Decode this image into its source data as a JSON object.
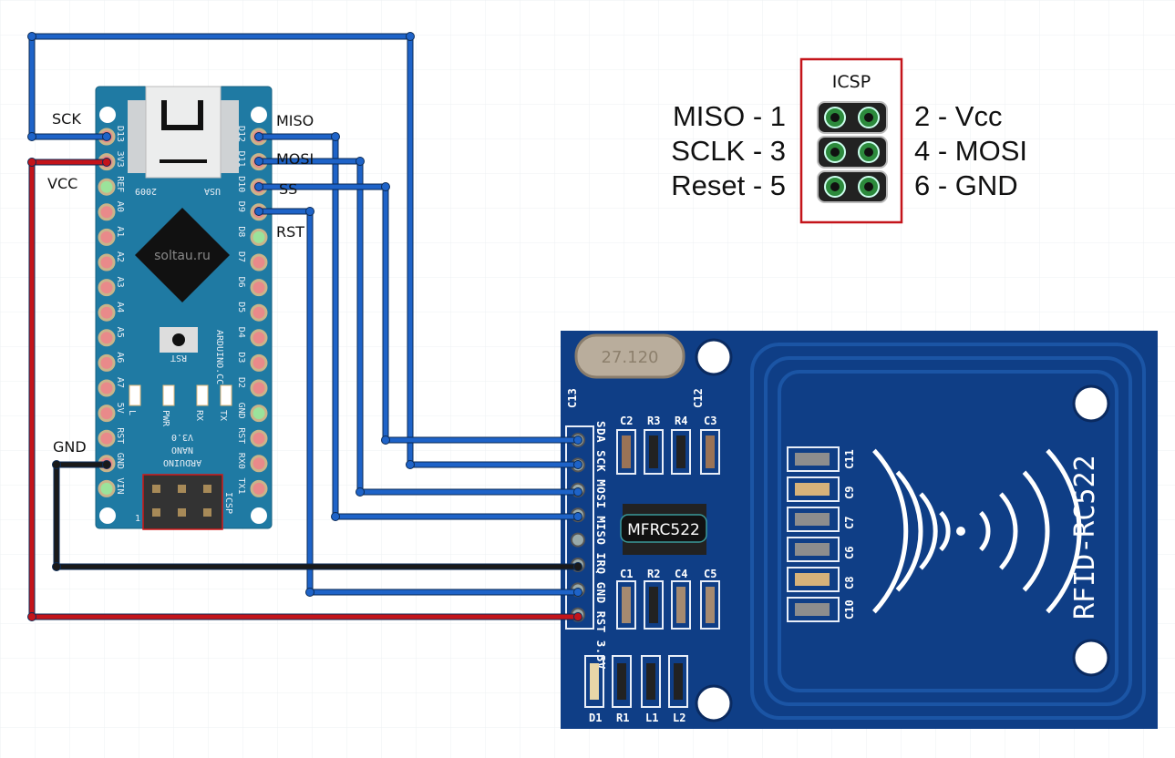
{
  "arduino": {
    "left_pins": [
      "D13",
      "3V3",
      "REF",
      "A0",
      "A1",
      "A2",
      "A3",
      "A4",
      "A5",
      "A6",
      "A7",
      "5V",
      "RST",
      "GND",
      "VIN"
    ],
    "right_pins": [
      "D12",
      "D11",
      "D10",
      "D9",
      "D8",
      "D7",
      "D6",
      "D5",
      "D4",
      "D3",
      "D2",
      "GND",
      "RST",
      "RX0",
      "TX1"
    ],
    "chip_text": "soltau.ru",
    "usb_left": "2009",
    "usb_right": "USA",
    "reset_label": "RST",
    "site": "ARDUINO.CC",
    "leds": [
      "L",
      "PWR",
      "RX",
      "TX"
    ],
    "model": [
      "ARDUINO",
      "NANO",
      "V3.0"
    ],
    "icsp_label": "ICSP",
    "pin1_mark": "1"
  },
  "wire_labels": {
    "sck": "SCK",
    "vcc": "VCC",
    "gnd": "GND",
    "miso": "MISO",
    "mosi": "MOSI",
    "ss": "SS",
    "rst": "RST"
  },
  "wire_colors": {
    "signal": "#1e63c8",
    "power": "#c4141a",
    "ground": "#1a1a1a"
  },
  "icsp_legend": {
    "title": "ICSP",
    "left": [
      "MISO  - 1",
      "SCLK - 3",
      "Reset  - 5"
    ],
    "right": [
      "2 - Vcc",
      "4 - MOSI",
      "6 - GND"
    ]
  },
  "rfid": {
    "title": "RFID-RC522",
    "chip": "MFRC522",
    "crystal": "27.120",
    "pins": [
      "SDA",
      "SCK",
      "MOSI",
      "MISO",
      "IRQ",
      "GND",
      "RST",
      "3.3V"
    ],
    "components_top": [
      "C13",
      "C12",
      "C2",
      "R3",
      "R4",
      "C3"
    ],
    "components_mid": [
      "C1",
      "R2",
      "C4",
      "C5"
    ],
    "components_bottom": [
      "D1",
      "R1",
      "L1",
      "L2"
    ],
    "components_right": [
      "C11",
      "C9",
      "C7",
      "C6",
      "C8",
      "C10"
    ]
  }
}
